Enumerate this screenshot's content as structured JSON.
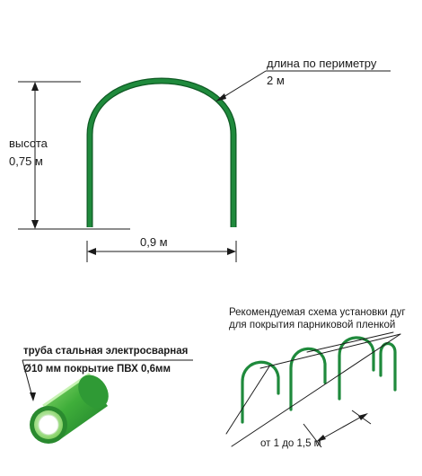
{
  "arch": {
    "perimeter_label": "длина по периметру",
    "perimeter_value": "2 м",
    "height_label": "высота",
    "height_value": "0,75 м",
    "width_value": "0,9 м"
  },
  "pipe": {
    "line1": "труба стальная электросварная",
    "line2": "Ø10 мм покрытие ПВХ 0,6мм"
  },
  "scheme": {
    "title_line1": "Рекомендуемая схема установки дуг",
    "title_line2": "для покрытия парниковой пленкой",
    "spacing_label": "от 1 до 1,5 м"
  },
  "colors": {
    "arch_green": "#1f8a3c",
    "arch_dark": "#0f5a24",
    "pipe_light": "#5cc44a",
    "line": "#1a1a1a"
  }
}
